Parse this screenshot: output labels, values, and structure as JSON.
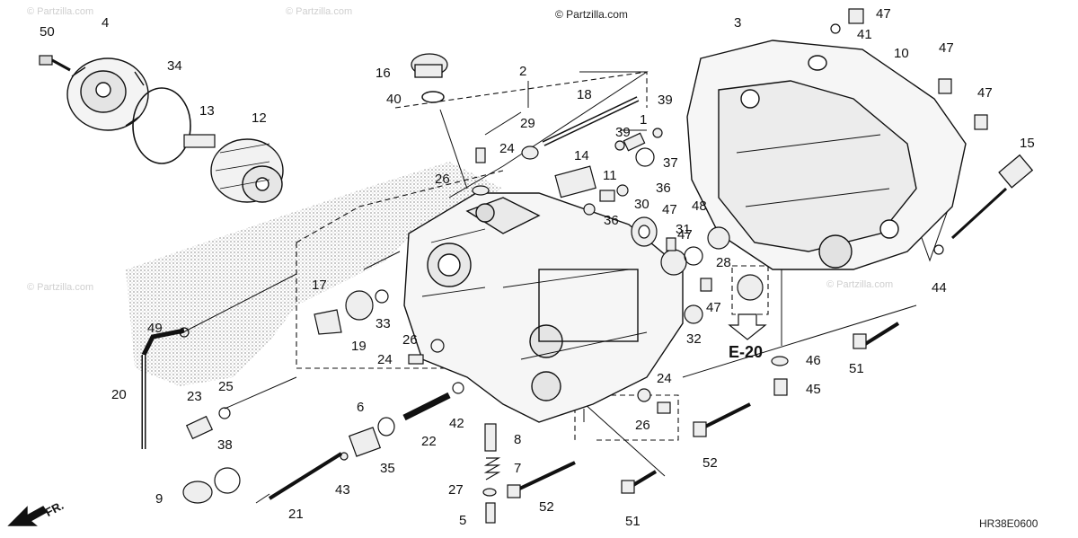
{
  "watermark": {
    "copyright": "© Partzilla.com",
    "faint": "© Partzilla.com"
  },
  "diagram_code": "HR38E0600",
  "direction_label": "FR.",
  "reference_label": "E-20",
  "callouts": {
    "p1": "1",
    "p2": "2",
    "p3": "3",
    "p4": "4",
    "p5": "5",
    "p6": "6",
    "p7": "7",
    "p8": "8",
    "p9": "9",
    "p10": "10",
    "p11": "11",
    "p12": "12",
    "p13": "13",
    "p14": "14",
    "p15": "15",
    "p16": "16",
    "p17": "17",
    "p18": "18",
    "p19": "19",
    "p20": "20",
    "p21": "21",
    "p22": "22",
    "p23": "23",
    "p24a": "24",
    "p24b": "24",
    "p24c": "24",
    "p25": "25",
    "p26a": "26",
    "p26b": "26",
    "p26c": "26",
    "p27": "27",
    "p28": "28",
    "p29": "29",
    "p30": "30",
    "p31": "31",
    "p32": "32",
    "p33": "33",
    "p34": "34",
    "p35": "35",
    "p36a": "36",
    "p36b": "36",
    "p37": "37",
    "p38": "38",
    "p39a": "39",
    "p39b": "39",
    "p40": "40",
    "p41": "41",
    "p42": "42",
    "p43": "43",
    "p44": "44",
    "p45": "45",
    "p46": "46",
    "p47a": "47",
    "p47b": "47",
    "p47c": "47",
    "p47d": "47",
    "p47e": "47",
    "p47f": "47",
    "p48": "48",
    "p49": "49",
    "p50": "50",
    "p51a": "51",
    "p51b": "51",
    "p52a": "52",
    "p52b": "52"
  }
}
